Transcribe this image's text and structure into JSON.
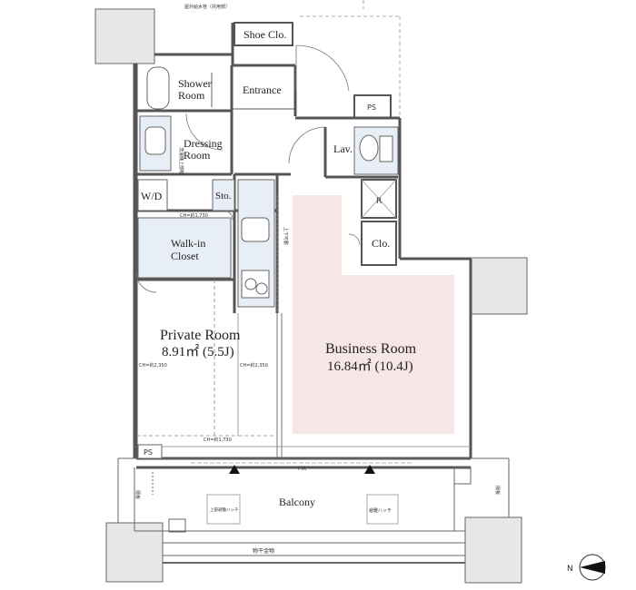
{
  "rooms": {
    "shoe_closet": "Shoe Clo.",
    "shower_room_line1": "Shower",
    "shower_room_line2": "Room",
    "entrance": "Entrance",
    "dressing_room_line1": "Dressing",
    "dressing_room_line2": "Room",
    "lavatory": "Lav.",
    "washer_dryer": "W/D",
    "storage": "Sto.",
    "walk_in_closet_line1": "Walk-in",
    "walk_in_closet_line2": "Closet",
    "closet": "Clo.",
    "private_room_name": "Private Room",
    "private_room_area": "8.91㎡ (5.5J)",
    "business_room_name": "Business Room",
    "business_room_area": "16.84㎡ (10.4J)",
    "balcony": "Balcony"
  },
  "annotations": {
    "pipe_space_top": "PS",
    "pipe_space_bottom": "PS",
    "ceiling_height_1": "CH=約1,730",
    "ceiling_height_2": "CH=約2,350",
    "ceiling_height_3": "CH=約2,350",
    "ceiling_height_4": "CH=約1,730",
    "fix_window": "FIX",
    "top_note": "屋外給水栓（共用部）",
    "refrigerator_mark": "R",
    "upper_hatch": "上部避難ハッチ",
    "evacuation_hatch": "避難ハッチ",
    "clothes_pole": "物干金物",
    "shelf_note": "洗濯機上部棚",
    "partition_note": "上下可動",
    "balcony_wall_left": "隔板",
    "balcony_wall_right": "隔板"
  },
  "compass": {
    "label": "N"
  },
  "colors": {
    "business_room_fill": "#f6e6e6",
    "fixture_fill": "#e8eef6",
    "column_fill": "#e7e7e7",
    "wall": "#555555"
  }
}
